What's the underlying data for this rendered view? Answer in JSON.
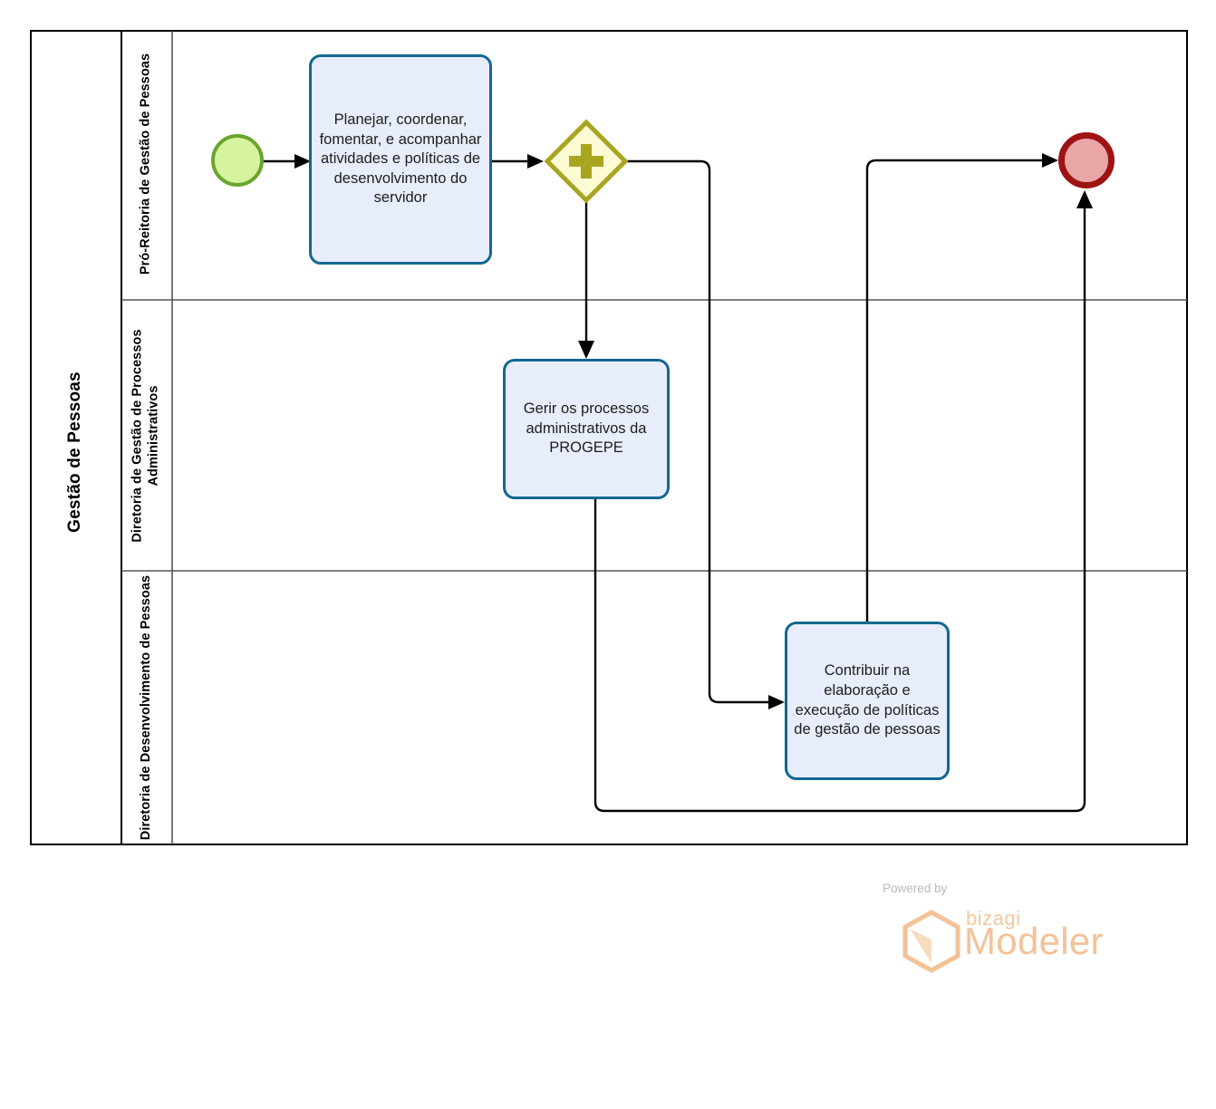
{
  "diagram": {
    "type": "bpmn-pool-lanes",
    "pool": {
      "title": "Gestão de Pessoas",
      "lanes": [
        {
          "id": "lane-1",
          "title": "Pró-Reitoria de Gestão de Pessoas"
        },
        {
          "id": "lane-2",
          "title": "Diretoria de Gestão de Processos Administrativos"
        },
        {
          "id": "lane-3",
          "title": "Diretoria de Desenvolvimento de Pessoas"
        }
      ]
    },
    "events": {
      "start": {
        "name": "start-event",
        "label": "",
        "lane": "lane-1"
      },
      "end": {
        "name": "end-event",
        "label": "",
        "lane": "lane-1"
      }
    },
    "gateway": {
      "name": "parallel-gateway",
      "symbol": "+",
      "type": "parallel",
      "lane": "lane-1"
    },
    "tasks": [
      {
        "id": "task-1",
        "label": "Planejar, coordenar, fomentar, e acompanhar atividades e políticas de desenvolvimento do servidor",
        "lane": "lane-1"
      },
      {
        "id": "task-2",
        "label": "Gerir os processos administrativos da PROGEPE",
        "lane": "lane-2"
      },
      {
        "id": "task-3",
        "label": "Contribuir na elaboração e execução de políticas de gestão de pessoas",
        "lane": "lane-3"
      }
    ],
    "colors": {
      "task_fill": "#e8edfb",
      "task_border": "#12688f",
      "start_fill": "#d6f3a0",
      "start_border": "#69a62b",
      "end_fill": "#eaa6a6",
      "end_border": "#9e1313",
      "gateway_fill": "#fdfbd3",
      "gateway_border": "#a8a520",
      "flow_line": "#000000",
      "lane_border": "#575757",
      "pool_border": "#000000"
    }
  },
  "watermark": {
    "powered_by": "Powered by",
    "brand": "bizagi",
    "product": "Modeler",
    "brand_color": "#f3c297"
  }
}
